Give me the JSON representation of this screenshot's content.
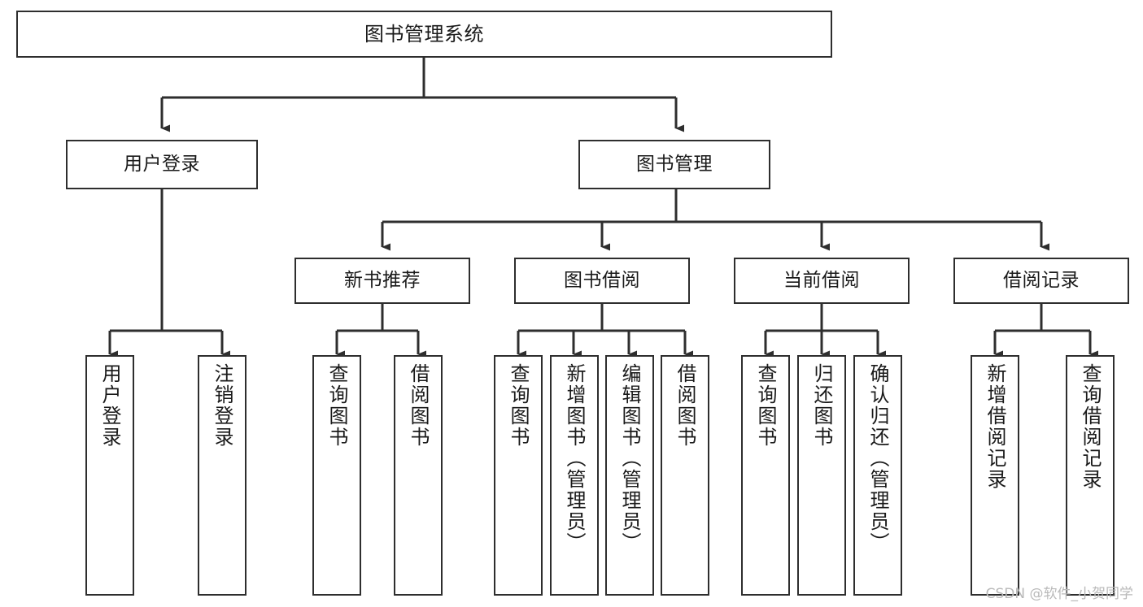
{
  "diagram": {
    "title": "图书管理系统",
    "type": "tree-hierarchy-diagram",
    "watermark": "CSDN @软件_小贺同学",
    "colors": {
      "background": "#ffffff",
      "box_border": "#2e2e2e",
      "box_fill": "#ffffff",
      "text": "#1a1a1a",
      "connector": "#2e2e2e",
      "watermark": "#b9b9b9"
    }
  },
  "nodes": {
    "root": {
      "label": "图书管理系统"
    },
    "level2": [
      {
        "label": "用户登录"
      },
      {
        "label": "图书管理"
      }
    ],
    "level3": [
      {
        "label": "新书推荐"
      },
      {
        "label": "图书借阅"
      },
      {
        "label": "当前借阅"
      },
      {
        "label": "借阅记录"
      }
    ],
    "leaves_user_login": [
      {
        "label": "用户登录"
      },
      {
        "label": "注销登录"
      }
    ],
    "leaves_new_books": [
      {
        "label": "查询图书"
      },
      {
        "label": "借阅图书"
      }
    ],
    "leaves_book_borrow": [
      {
        "label": "查询图书"
      },
      {
        "label": "新增图书（管理员）"
      },
      {
        "label": "编辑图书（管理员）"
      },
      {
        "label": "借阅图书"
      }
    ],
    "leaves_current_borrow": [
      {
        "label": "查询图书"
      },
      {
        "label": "归还图书"
      },
      {
        "label": "确认归还（管理员）"
      }
    ],
    "leaves_borrow_records": [
      {
        "label": "新增借阅记录"
      },
      {
        "label": "查询借阅记录"
      }
    ]
  }
}
